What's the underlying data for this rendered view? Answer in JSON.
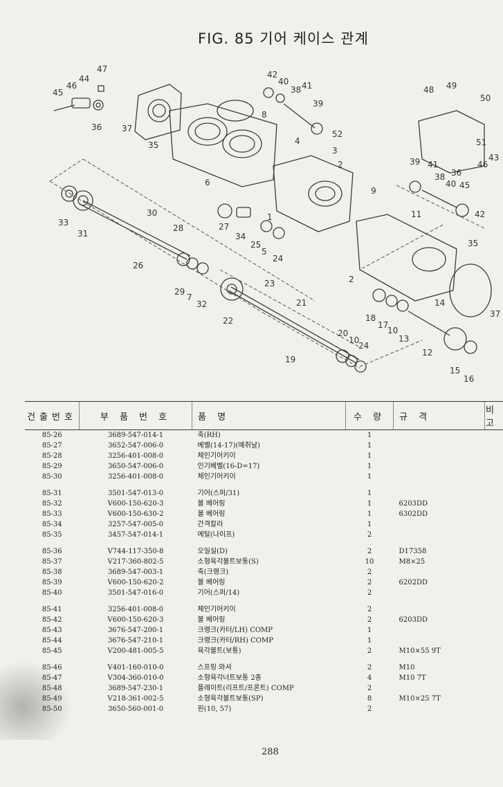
{
  "title": "FIG. 85 기어 케이스 관계",
  "headers": [
    "건출번호",
    "부 품 번 호",
    "품 명",
    "수 량",
    "규 격",
    "비 고"
  ],
  "groups": [
    [
      {
        "no": "85-26",
        "part": "3689-547-014-1",
        "name": "축(RH)",
        "qty": "1",
        "spec": ""
      },
      {
        "no": "85-27",
        "part": "3652-547-006-0",
        "name": "베벨(14-17)(예취날)",
        "qty": "1",
        "spec": ""
      },
      {
        "no": "85-28",
        "part": "3256-401-008-0",
        "name": "체인기어키이",
        "qty": "1",
        "spec": ""
      },
      {
        "no": "85-29",
        "part": "3650-547-006-0",
        "name": "인기베벨(16-D=17)",
        "qty": "1",
        "spec": ""
      },
      {
        "no": "85-30",
        "part": "3256-401-008-0",
        "name": "체인기어키이",
        "qty": "1",
        "spec": ""
      }
    ],
    [
      {
        "no": "85-31",
        "part": "3501-547-013-0",
        "name": "기어(스퍼/31)",
        "qty": "1",
        "spec": ""
      },
      {
        "no": "85-32",
        "part": "V600-150-620-3",
        "name": "볼 베어링",
        "qty": "1",
        "spec": "6203DD"
      },
      {
        "no": "85-33",
        "part": "V600-150-630-2",
        "name": "볼 베어링",
        "qty": "1",
        "spec": "6302DD"
      },
      {
        "no": "85-34",
        "part": "3257-547-005-0",
        "name": "간격칼라",
        "qty": "1",
        "spec": ""
      },
      {
        "no": "85-35",
        "part": "3457-547-014-1",
        "name": "메탈(나이프)",
        "qty": "2",
        "spec": ""
      }
    ],
    [
      {
        "no": "85-36",
        "part": "V744-117-350-8",
        "name": "오일실(D)",
        "qty": "2",
        "spec": "D17358"
      },
      {
        "no": "85-37",
        "part": "V217-360-802-5",
        "name": "소형육각볼트보통(S)",
        "qty": "10",
        "spec": "M8×25"
      },
      {
        "no": "85-38",
        "part": "3689-547-003-1",
        "name": "축(크랭크)",
        "qty": "2",
        "spec": ""
      },
      {
        "no": "85-39",
        "part": "V600-150-620-2",
        "name": "볼 베어링",
        "qty": "2",
        "spec": "6202DD"
      },
      {
        "no": "85-40",
        "part": "3501-547-016-0",
        "name": "기어(스퍼/14)",
        "qty": "2",
        "spec": ""
      }
    ],
    [
      {
        "no": "85-41",
        "part": "3256-401-008-0",
        "name": "체인기어키이",
        "qty": "2",
        "spec": ""
      },
      {
        "no": "85-42",
        "part": "V600-150-620-3",
        "name": "볼 베어링",
        "qty": "2",
        "spec": "6203DD"
      },
      {
        "no": "85-43",
        "part": "3676-547-200-1",
        "name": "크랭크(카터/LH) COMP",
        "qty": "1",
        "spec": ""
      },
      {
        "no": "85-44",
        "part": "3676-547-210-1",
        "name": "크랭크(카터/RH) COMP",
        "qty": "1",
        "spec": ""
      },
      {
        "no": "85-45",
        "part": "V200-481-005-5",
        "name": "육각볼트(보통)",
        "qty": "2",
        "spec": "M10×55 9T"
      }
    ],
    [
      {
        "no": "85-46",
        "part": "V401-160-010-0",
        "name": "스프링 와셔",
        "qty": "2",
        "spec": "M10"
      },
      {
        "no": "85-47",
        "part": "V304-360-010-0",
        "name": "소형육각너트보통 2종",
        "qty": "4",
        "spec": "M10 7T"
      },
      {
        "no": "85-48",
        "part": "3689-547-230-1",
        "name": "플레이트(리프트/프론트) COMP",
        "qty": "2",
        "spec": ""
      },
      {
        "no": "85-49",
        "part": "V218-361-002-5",
        "name": "소형육각볼트보통(SP)",
        "qty": "8",
        "spec": "M10×25 7T"
      },
      {
        "no": "85-50",
        "part": "3650-560-001-0",
        "name": "핀(10, 57)",
        "qty": "2",
        "spec": ""
      }
    ]
  ],
  "page_number": "288",
  "diagram_labels": [
    "47",
    "44",
    "46",
    "45",
    "36",
    "37",
    "35",
    "42",
    "40",
    "38",
    "41",
    "39",
    "8",
    "52",
    "3",
    "4",
    "2",
    "6",
    "48",
    "49",
    "50",
    "51",
    "43",
    "39",
    "41",
    "38",
    "36",
    "46",
    "40",
    "45",
    "42",
    "9",
    "11",
    "33",
    "31",
    "30",
    "28",
    "26",
    "29",
    "7",
    "32",
    "27",
    "34",
    "25",
    "5",
    "24",
    "1",
    "2",
    "23",
    "21",
    "22",
    "19",
    "20",
    "10",
    "24",
    "35",
    "14",
    "18",
    "17",
    "10",
    "13",
    "12",
    "15",
    "16",
    "37"
  ]
}
